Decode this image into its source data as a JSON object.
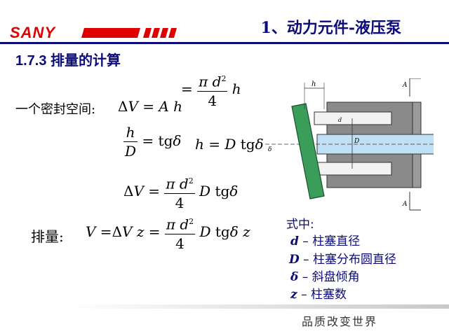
{
  "header": {
    "logo": "SANY",
    "title": "1、动力元件-液压泵"
  },
  "section_title": "1.7.3  排量的计算",
  "formulas": {
    "chamber_label": "一个密封空间:",
    "displacement_label": "排量:"
  },
  "legend": {
    "heading": "式中:",
    "items": [
      {
        "symbol": "d",
        "dash": "–",
        "text": "柱塞直径"
      },
      {
        "symbol": "D",
        "dash": "–",
        "text": "柱塞分布圆直径"
      },
      {
        "symbol": "δ",
        "dash": "–",
        "text": "斜盘倾角"
      },
      {
        "symbol": "z",
        "dash": "–",
        "text": "柱塞数"
      }
    ]
  },
  "diagram": {
    "labels": {
      "h": "h",
      "A_top": "A",
      "A_bottom": "A",
      "D": "D",
      "d": "d",
      "delta": "δ"
    }
  },
  "footer": "品质改变世界",
  "colors": {
    "brand_red": "#e00000",
    "title_blue": "#0b0b7a",
    "swashplate_green": "#3a9e5a",
    "shaft_blue": "#bfe0f5"
  }
}
